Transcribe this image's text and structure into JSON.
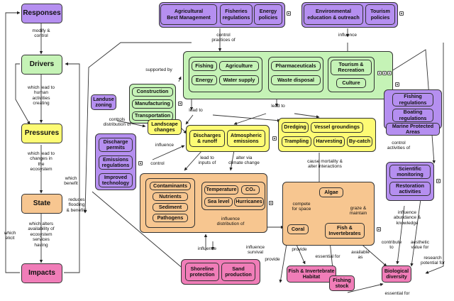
{
  "left_chain": {
    "responses": "Responses",
    "drivers": "Drivers",
    "pressures": "Pressures",
    "state": "State",
    "impacts": "Impacts",
    "l_modify": "modify &\ncontrol",
    "l_drivers_lead": "which lead to\nhuman\nactivities\ncreating",
    "l_pressures_lead": "which lead to\nchanges in\nthe\necosystem",
    "l_state_alters": "which alters\navailability of\necosystem\nservices\nhaving",
    "l_elicit": "which\nelicit",
    "l_benefit": "which\nbenefit"
  },
  "responses_top": {
    "agri_bmp": "Agricultural\nBest Management",
    "fisheries_regs": "Fisheries\nregulations",
    "energy_policies": "Energy\npolicies",
    "env_education": "Environmental\neducation & outreach",
    "tourism_policies": "Tourism\npolicies",
    "l_control_practices": "control\npractices of",
    "l_influence": "influence"
  },
  "drivers": {
    "construction": "Construction",
    "manufacturing": "Manufacturing",
    "transportation": "Transportation",
    "fishing": "Fishing",
    "agriculture": "Agriculture",
    "energy": "Energy",
    "water_supply": "Water supply",
    "pharmaceuticals": "Pharmaceuticals",
    "waste_disposal": "Waste disposal",
    "tourism": "Tourism &\nRecreation",
    "culture": "Culture",
    "l_supported_by": "supported by",
    "l_lead_to_1": "lead to",
    "l_lead_to_2": "lead to"
  },
  "right_responses": {
    "fishing_regs": "Fishing\nregulations",
    "boating_regs": "Boating\nregulations",
    "mpa": "Marine Protected\nAreas",
    "l_control_activities": "control\nactivities of",
    "sci_monitoring": "Scientific\nmonitoring",
    "restoration": "Restoration\nactivities",
    "l_influence_abundance": "influence\nabundance &\nknowledge"
  },
  "left_responses": {
    "landuse": "Landuse\nzoning",
    "l_controls_distribution": "controls\ndistribution of",
    "discharge_permits": "Discharge\npermits",
    "emissions_regs": "Emissions\nregulations",
    "improved_tech": "Improved\ntechnology",
    "l_control": "control",
    "l_influence": "influence"
  },
  "pressures": {
    "landscape": "Landscape\nchanges",
    "discharges": "Discharges\n& runoff",
    "atmospheric": "Atmospheric\nemissions",
    "dredging": "Dredging",
    "vessel": "Vessel groundings",
    "trampling": "Trampling",
    "harvesting": "Harvesting",
    "bycatch": "By-catch",
    "l_lead_inputs": "lead to\ninputs of",
    "l_alter_climate": "alter via\nclimate change",
    "l_cause_mortality": "cause mortality &\nalter interactions"
  },
  "state": {
    "contaminants": "Contaminants",
    "nutrients": "Nutrients",
    "sediment": "Sediment",
    "pathogens": "Pathogens",
    "temperature": "Temperature",
    "co2": "CO₂",
    "sea_level": "Sea level",
    "hurricanes": "Hurricanes",
    "algae": "Algae",
    "coral": "Coral",
    "fish_inv": "Fish &\nInvertebrates",
    "l_influence_distribution": "influence\ndistribution of",
    "l_influence_survival": "influence\nsurvival",
    "l_compete": "compete\nfor space",
    "l_graze": "graze &\nmaintain",
    "l_reduces": "reduces\nflooding\n& benefits"
  },
  "impacts": {
    "shoreline": "Shoreline\nprotection",
    "sand": "Sand\nproduction",
    "habitat": "Fish & Invertebrate\nHabitat",
    "fishing_stock": "Fishing\nstock",
    "bio_diversity": "Biological\ndiversity",
    "l_influence": "influence",
    "l_provide1": "provide",
    "l_provide2": "provide",
    "l_essential1": "essential for",
    "l_available": "available\nas",
    "l_contribute": "contribute\nto",
    "l_aesthetic": "aesthetic\nvalue for",
    "l_research": "research\npotential for",
    "l_essential2": "essential for"
  },
  "colors": {
    "responses": "#b58ff0",
    "drivers": "#c5f3b6",
    "pressures": "#fdfb74",
    "state": "#f7c690",
    "impacts": "#f07db8"
  }
}
